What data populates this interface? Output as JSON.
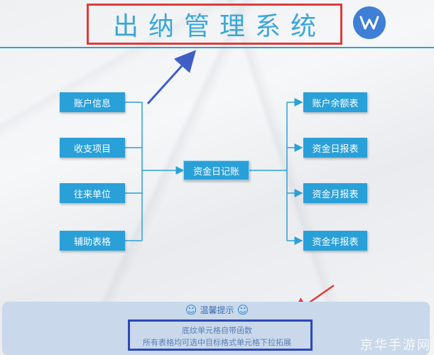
{
  "header": {
    "title": "出纳管理系统",
    "logo_icon": "wps-logo-icon",
    "accent_color": "#2aa4d8",
    "highlight_color": "#e03a3a"
  },
  "flow": {
    "left": [
      "账户信息",
      "收支项目",
      "往来单位",
      "辅助表格"
    ],
    "center": "资金日记账",
    "right": [
      "账户余额表",
      "资金日报表",
      "资金月报表",
      "资金年报表"
    ]
  },
  "tips": {
    "heading": "温馨提示",
    "line1": "底纹单元格自带函数",
    "line2": "所有表格均可选中目标格式单元格下拉拓展"
  },
  "watermark": "京华手游网"
}
